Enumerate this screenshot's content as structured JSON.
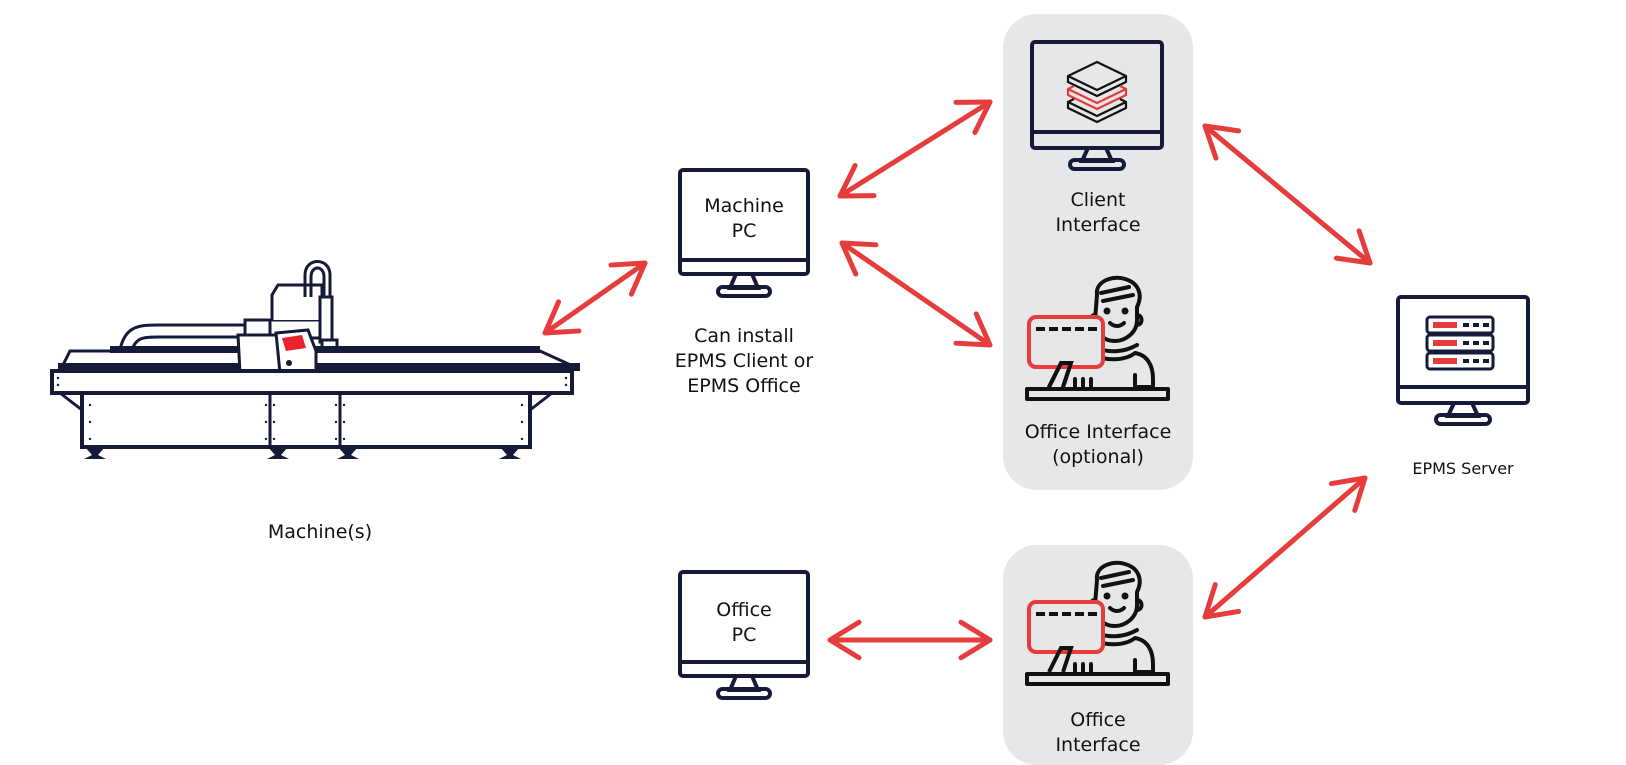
{
  "diagram": {
    "colors": {
      "arrow": "#e63c3c",
      "outline": "#141a38",
      "accent": "#e8232b",
      "panel": "#e6e7e9"
    },
    "nodes": {
      "machine": {
        "label": "Machine(s)",
        "icon": "cutting-machine-icon"
      },
      "machine_pc": {
        "screen_lines": [
          "Machine",
          "PC"
        ],
        "caption_lines": [
          "Can install",
          "EPMS Client or",
          "EPMS Office"
        ],
        "icon": "monitor-icon"
      },
      "client_interface": {
        "label_lines": [
          "Client",
          "Interface"
        ],
        "icon": "layers-monitor-icon"
      },
      "office_interface_optional": {
        "label_lines": [
          "Office Interface",
          "(optional)"
        ],
        "icon": "person-at-computer-icon"
      },
      "epms_server": {
        "label": "EPMS Server",
        "icon": "server-monitor-icon"
      },
      "office_pc": {
        "screen_lines": [
          "Office",
          "PC"
        ],
        "icon": "monitor-icon"
      },
      "office_interface": {
        "label_lines": [
          "Office",
          "Interface"
        ],
        "icon": "person-at-computer-icon"
      }
    },
    "connections": [
      {
        "from": "machine",
        "to": "machine_pc",
        "direction": "bidirectional"
      },
      {
        "from": "machine_pc",
        "to": "client_interface",
        "direction": "bidirectional"
      },
      {
        "from": "machine_pc",
        "to": "office_interface_optional",
        "direction": "bidirectional"
      },
      {
        "from": "client_interface",
        "to": "epms_server",
        "direction": "bidirectional"
      },
      {
        "from": "office_pc",
        "to": "office_interface",
        "direction": "bidirectional"
      },
      {
        "from": "office_interface",
        "to": "epms_server",
        "direction": "bidirectional"
      }
    ]
  }
}
